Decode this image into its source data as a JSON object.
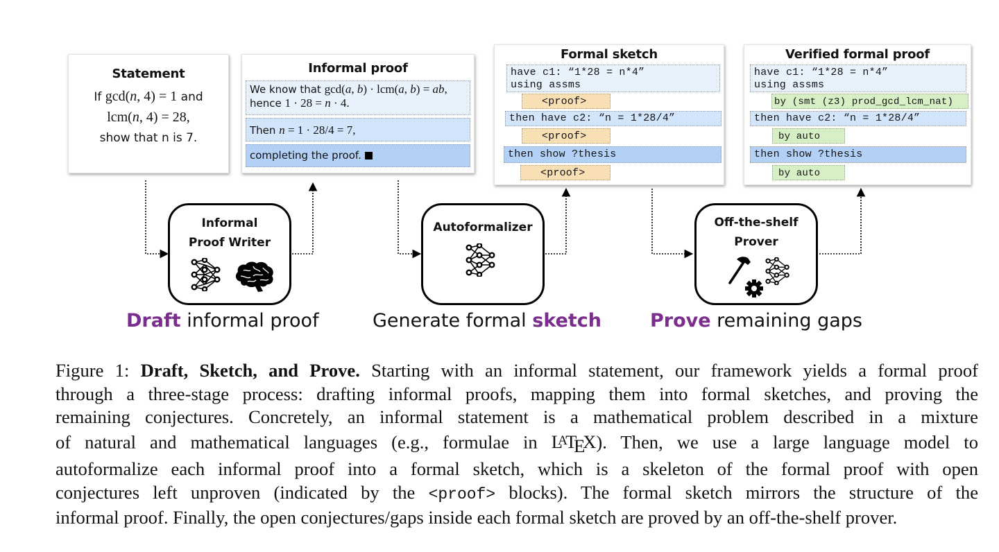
{
  "figure": {
    "statement_card": {
      "title": "Statement",
      "line1_prefix": "If ",
      "line1_math": "gcd(n, 4) = 1",
      "line1_suffix": " and",
      "line2_math": "lcm(n, 4) = 28,",
      "line3": "show that n is 7."
    },
    "informal_proof_card": {
      "title": "Informal proof",
      "steps": [
        {
          "prefix": "We know that ",
          "math": "gcd(a, b) · lcm(a, b) = ab,",
          "line2_prefix": "hence ",
          "line2_math": "1 · 28 = n · 4."
        },
        {
          "prefix": "Then ",
          "math": "n = 1 · 28/4 = 7,"
        },
        {
          "text": "completing the proof.",
          "end_mark": "qed-square"
        }
      ]
    },
    "formal_sketch_card": {
      "title": "Formal sketch",
      "steps": [
        {
          "code": "have c1: “1*28 = n*4”\nusing assms",
          "gap": "<proof>"
        },
        {
          "code": "then have c2: “n = 1*28/4”",
          "gap": "<proof>"
        },
        {
          "code": "then show ?thesis",
          "gap": "<proof>"
        }
      ]
    },
    "verified_proof_card": {
      "title": "Verified formal proof",
      "steps": [
        {
          "code": "have c1: “1*28 = n*4”\nusing assms",
          "tactic": "by (smt (z3) prod_gcd_lcm_nat)"
        },
        {
          "code": "then have c2: “n = 1*28/4”",
          "tactic": "by auto"
        },
        {
          "code": "then show ?thesis",
          "tactic": "by auto"
        }
      ]
    },
    "modules": [
      {
        "label_line1": "Informal",
        "label_line2": "Proof Writer",
        "icons": [
          "neural-network-icon",
          "brain-icon"
        ]
      },
      {
        "label_line1": "Autoformalizer",
        "icons": [
          "neural-network-icon"
        ]
      },
      {
        "label_line1": "Off-the-shelf",
        "label_line2": "Prover",
        "icons": [
          "hammer-icon",
          "gear-icon",
          "neural-network-icon"
        ]
      }
    ],
    "stages": [
      {
        "accent": "Draft",
        "rest": " informal proof",
        "accent_first": true
      },
      {
        "accent": "sketch",
        "rest": "Generate formal ",
        "accent_first": false
      },
      {
        "accent": "Prove",
        "rest": " remaining gaps",
        "accent_first": true
      }
    ],
    "colors": {
      "accent_purple": "#7b2d8e",
      "step_light_blue": "#e8f2fd",
      "step_mid_blue": "#d3e5fb",
      "step_dark_blue": "#b3d1f7",
      "gap_orange": "#f8dfb4",
      "tactic_green": "#d7efc4"
    }
  },
  "caption": {
    "label": "Figure 1: ",
    "title": "Draft, Sketch, and Prove.",
    "lines": [
      " Starting with an informal statement, our framework yields a formal proof",
      "through a three-stage process: drafting informal proofs, mapping them into formal sketches, and proving the",
      "remaining conjectures. Concretely, an informal statement is a mathematical problem described in a mixture",
      "of natural and mathematical languages (e.g., formulae in ",
      "). Then, we use a large language model to",
      "autoformalize each informal proof into a formal sketch, which is a skeleton of the formal proof with open",
      "conjectures left unproven (indicated by the ",
      "<proof>",
      " blocks). The formal sketch mirrors the structure of the",
      "informal proof. Finally, the open conjectures/gaps inside each formal sketch are proved by an off-the-shelf prover."
    ],
    "latex_logo": {
      "L": "L",
      "A": "A",
      "T": "T",
      "E": "E",
      "X": "X"
    }
  }
}
